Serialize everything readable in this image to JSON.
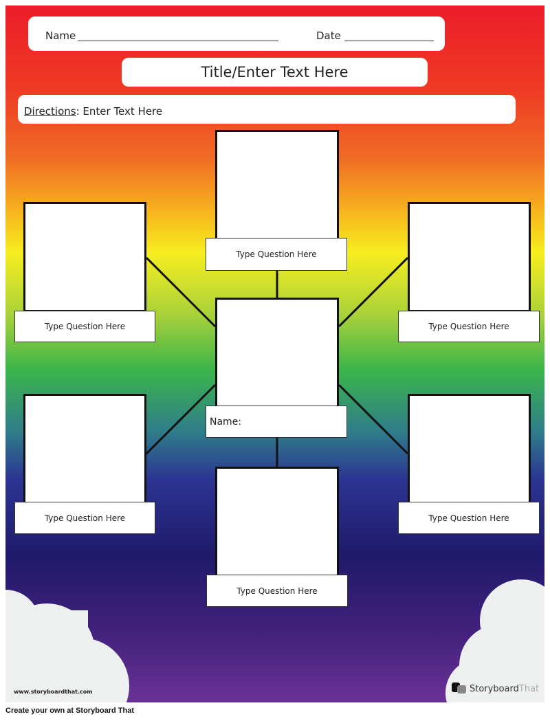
{
  "header": {
    "name_label": "Name",
    "date_label": "Date"
  },
  "title": "Title/Enter Text Here",
  "directions": {
    "label": "Directions",
    "text": ": Enter Text Here"
  },
  "boxes": {
    "top": "Type Question Here",
    "left_top": "Type Question Here",
    "right_top": "Type Question Here",
    "center": "Name:",
    "left_bottom": "Type Question Here",
    "right_bottom": "Type Question Here",
    "bottom": "Type Question Here"
  },
  "footer": {
    "website": "www.storyboardthat.com",
    "logo_main": "Storyboard",
    "logo_accent": "That",
    "credit": "Create your own at Storyboard That"
  },
  "colors": {
    "top": "#ec1c2a",
    "bottom": "#6a3196"
  }
}
